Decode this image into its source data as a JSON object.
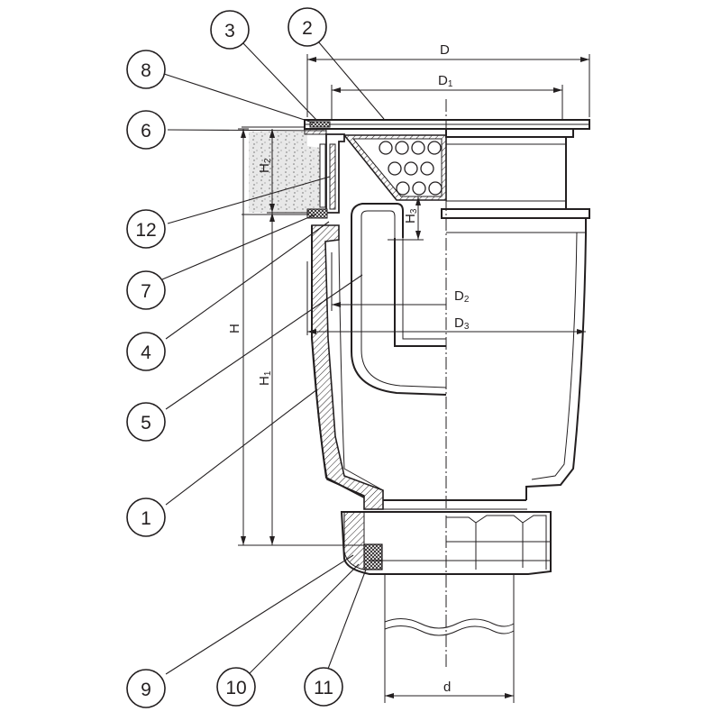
{
  "diagram": {
    "callouts": [
      {
        "id": "c1",
        "label": "1"
      },
      {
        "id": "c2",
        "label": "2"
      },
      {
        "id": "c3",
        "label": "3"
      },
      {
        "id": "c4",
        "label": "4"
      },
      {
        "id": "c5",
        "label": "5"
      },
      {
        "id": "c6",
        "label": "6"
      },
      {
        "id": "c7",
        "label": "7"
      },
      {
        "id": "c8",
        "label": "8"
      },
      {
        "id": "c9",
        "label": "9"
      },
      {
        "id": "c10",
        "label": "10"
      },
      {
        "id": "c11",
        "label": "11"
      },
      {
        "id": "c12",
        "label": "12"
      }
    ],
    "dimensions": {
      "D": {
        "main": "D",
        "sub": ""
      },
      "D1": {
        "main": "D",
        "sub": "1"
      },
      "D2": {
        "main": "D",
        "sub": "2"
      },
      "D3": {
        "main": "D",
        "sub": "3"
      },
      "H": {
        "main": "H",
        "sub": ""
      },
      "H1": {
        "main": "H",
        "sub": "1"
      },
      "H2": {
        "main": "H",
        "sub": "2"
      },
      "H3": {
        "main": "H",
        "sub": "3"
      },
      "d": {
        "main": "d",
        "sub": ""
      }
    }
  }
}
